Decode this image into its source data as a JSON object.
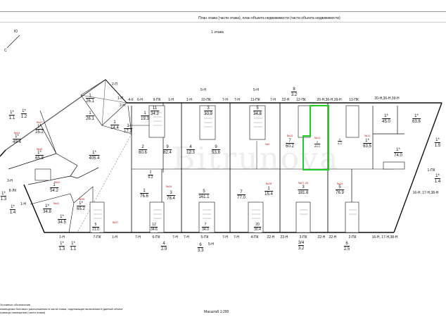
{
  "header": {
    "title": "План этажа (части этажа), план объекта недвижимости (части объекта недвижимости)",
    "floor": "1 этажа"
  },
  "compass": {
    "north": "С",
    "south": "Ю"
  },
  "footer": {
    "legend_title": "Условные обозначения",
    "legend_line1": "помещения бытового расположения в части этажа, подлежащие включению в данный объект",
    "legend_line2": "границы помещения (части этажа)",
    "scale": "Масштаб 1:200"
  },
  "watermark": "Bitrunova",
  "colors": {
    "highlight": "#22cc22",
    "wall": "#111111",
    "tag": "#bb2222"
  },
  "top_labels": [
    "4-II",
    "6-Н",
    "9-ПК",
    "1-Н",
    "1-Н",
    "10-ПК",
    "7-Н",
    "7-Н",
    "11-ПК",
    "7-Н",
    "22-Н",
    "12-ПК",
    "20-Н,36-Н,39-Н",
    "13-ПК",
    "20-Н,36-Н,39-Н",
    "5-Н",
    "5-Н",
    "2-П",
    "1-П",
    "2-Н",
    "1-ПК",
    "16-Н, 17-Н,38-Н",
    "3-Н",
    "8-ЛК",
    "1-Н"
  ],
  "bottom_labels": [
    "1-Н",
    "7-ПК",
    "1-Н",
    "7-Н",
    "6-ПК",
    "7-Н",
    "7-Н",
    "5-ПК",
    "7-Н",
    "7-Н",
    "4-ПК",
    "22-Н",
    "22-Н",
    "3-ПК",
    "22-Н",
    "22-Н",
    "2-ПК",
    "16-Н, 17-Н,38-Н",
    "5-Н"
  ],
  "tags": [
    "№44",
    "№47",
    "№45",
    "№42",
    "№41",
    "№39",
    "№37",
    "№34",
    "№9",
    "№10",
    "№12",
    "№11",
    "№28",
    "№27-25",
    "№24"
  ],
  "rooms": [
    {
      "n": "8",
      "a": "3.2"
    },
    {
      "n": "1",
      "a": "19.3"
    },
    {
      "n": "1",
      "a": "17.2"
    },
    {
      "n": "11",
      "a": "34.2"
    },
    {
      "n": "2",
      "a": "60.6"
    },
    {
      "n": "9",
      "a": "82.4"
    },
    {
      "n": "3",
      "a": "30.9"
    },
    {
      "n": "4",
      "a": "12.3"
    },
    {
      "n": "9",
      "a": "53.8"
    },
    {
      "n": "5",
      "a": "34.8"
    },
    {
      "n": "1",
      "a": "26.1"
    },
    {
      "n": "1",
      "a": "26.1"
    },
    {
      "n": "1",
      "a": "14.4"
    },
    {
      "n": "1*",
      "a": "405.4"
    },
    {
      "n": "7",
      "a": "60.2"
    },
    {
      "n": "2",
      "a": "83.0"
    },
    {
      "n": "2",
      "a": "8.3"
    },
    {
      "n": "1*",
      "a": "83.5"
    },
    {
      "n": "1*",
      "a": "45.0"
    },
    {
      "n": "1*",
      "a": "63.6"
    },
    {
      "n": "1*",
      "a": "74.0"
    },
    {
      "n": "1*",
      "a": "1.5"
    },
    {
      "n": "1*",
      "a": "1.4"
    },
    {
      "n": "1*",
      "a": "1.1"
    },
    {
      "n": "1*",
      "a": "1.2"
    },
    {
      "n": "1*",
      "a": "49.4"
    },
    {
      "n": "1*",
      "a": "25.2"
    },
    {
      "n": "1*",
      "a": "65.8"
    },
    {
      "n": "1",
      "a": "54.2"
    },
    {
      "n": "1*",
      "a": "34.8"
    },
    {
      "n": "1*",
      "a": "34.5"
    },
    {
      "n": "1*",
      "a": "65.2"
    },
    {
      "n": "5",
      "a": "21.0"
    },
    {
      "n": "1*",
      "a": "1.3"
    },
    {
      "n": "1*",
      "a": "1.4"
    },
    {
      "n": "1",
      "a": "76.6"
    },
    {
      "n": "2",
      "a": "6.2"
    },
    {
      "n": "3",
      "a": "78.4"
    },
    {
      "n": "5",
      "a": "161.1"
    },
    {
      "n": "12",
      "a": "34.6"
    },
    {
      "n": "7",
      "a": "34.0"
    },
    {
      "n": "7",
      "a": "77.0"
    },
    {
      "n": "1",
      "a": "15.4"
    },
    {
      "n": "20",
      "a": "30.4"
    },
    {
      "n": "3",
      "a": "181.6"
    },
    {
      "n": "5",
      "a": "76.9"
    },
    {
      "n": "1*",
      "a": "1.3"
    },
    {
      "n": "1*",
      "a": "1.1"
    },
    {
      "n": "4",
      "a": "2.9"
    },
    {
      "n": "6",
      "a": "3.3"
    },
    {
      "n": "3/4",
      "a": "3.2"
    },
    {
      "n": "6",
      "a": "2.5"
    }
  ]
}
